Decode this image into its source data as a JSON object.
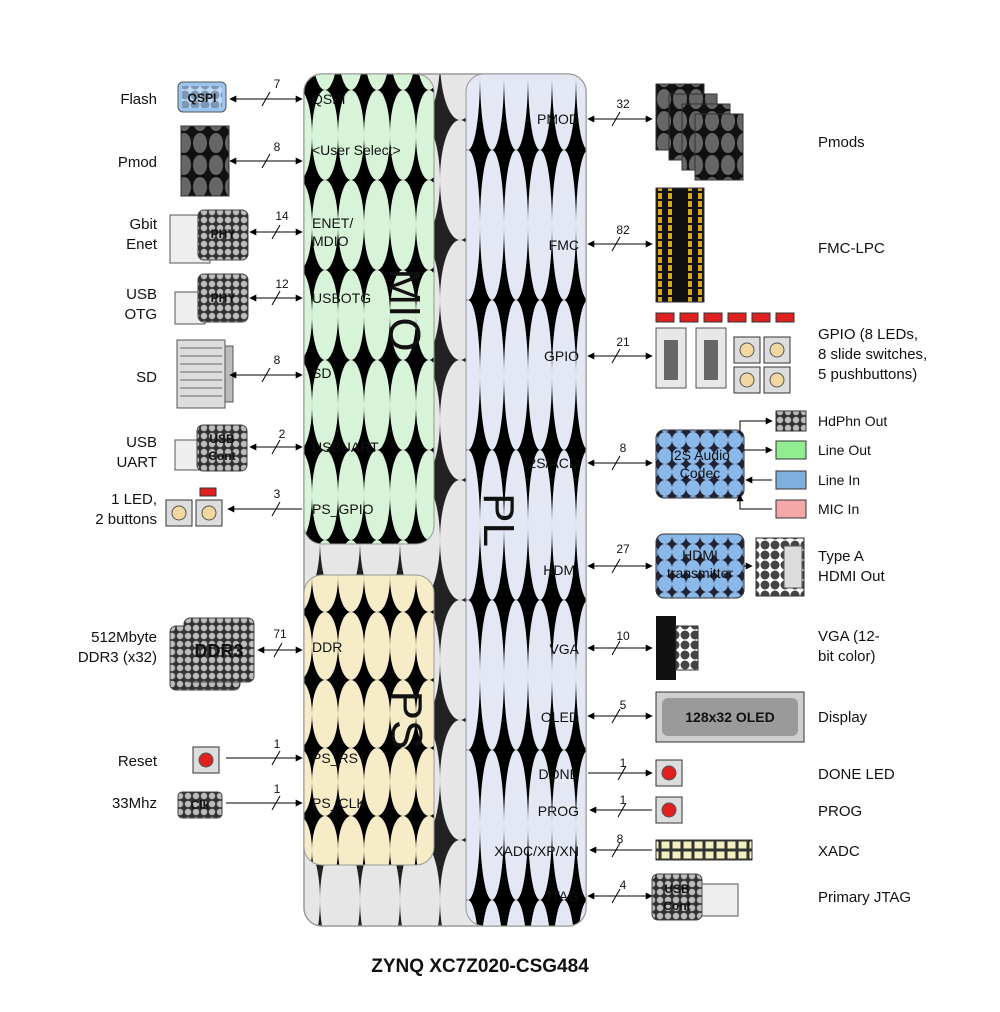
{
  "caption": "ZYNQ XC7Z020-CSG484",
  "blocks": {
    "mio": "MIO",
    "ps": "PS",
    "pl": "PL"
  },
  "left": [
    {
      "label": "Flash",
      "bus": "7",
      "signal": "QSPI",
      "chip": "QSPI"
    },
    {
      "label": "Pmod",
      "bus": "8",
      "signal": "<User Select>"
    },
    {
      "label": "Gbit Enet",
      "bus": "14",
      "signal": "ENET/ MDIO",
      "chip": "PHY"
    },
    {
      "label": "USB OTG",
      "bus": "12",
      "signal": "USBOTG",
      "chip": "PHY"
    },
    {
      "label": "SD",
      "bus": "8",
      "signal": "SD"
    },
    {
      "label": "USB UART",
      "bus": "2",
      "signal": "USBUART",
      "chip": "USB Cont"
    },
    {
      "label": "1 LED, 2 buttons",
      "bus": "3",
      "signal": "PS_GPIO"
    },
    {
      "label": "512Mbyte DDR3 (x32)",
      "bus": "71",
      "signal": "DDR",
      "chip": "DDR3"
    },
    {
      "label": "Reset",
      "bus": "1",
      "signal": "PS_RST"
    },
    {
      "label": "33Mhz",
      "bus": "1",
      "signal": "PS_CLK",
      "chip": "Clk"
    }
  ],
  "right": [
    {
      "label": "Pmods",
      "bus": "32",
      "signal": "PMOD"
    },
    {
      "label": "FMC-LPC",
      "bus": "82",
      "signal": "FMC"
    },
    {
      "label": "GPIO (8 LEDs, 8 slide switches, 5 pushbuttons)",
      "bus": "21",
      "signal": "GPIO"
    },
    {
      "label": "",
      "bus": "8",
      "signal": "I2S/ACD",
      "chip": "I2S Audio Codec"
    },
    {
      "label": "Type A HDMI Out",
      "bus": "27",
      "signal": "HDMI",
      "chip": "HDMI transmitter"
    },
    {
      "label": "VGA (12-bit color)",
      "bus": "10",
      "signal": "VGA"
    },
    {
      "label": "Display",
      "bus": "5",
      "signal": "OLED",
      "chip": "128x32 OLED"
    },
    {
      "label": "DONE LED",
      "bus": "1",
      "signal": "DONE"
    },
    {
      "label": "PROG",
      "bus": "1",
      "signal": "PROG"
    },
    {
      "label": "XADC",
      "bus": "8",
      "signal": "XADC/XP/XN"
    },
    {
      "label": "Primary JTAG",
      "bus": "4",
      "signal": "JTAG",
      "chip": "USB Cont"
    }
  ],
  "audio_ports": [
    "HdPhn Out",
    "Line Out",
    "Line In",
    "MIC In"
  ],
  "colors": {
    "mio_fill": "#d8f4d8",
    "ps_fill": "#f6ecc8",
    "pl_fill": "#e4e8f4",
    "chip_blue": "#8ab8e8",
    "led_red": "#e02020",
    "line_out": "#90ee90",
    "line_in": "#7fb0e0",
    "mic_in": "#f4a8a8",
    "fmc_gold": "#d4a820"
  }
}
